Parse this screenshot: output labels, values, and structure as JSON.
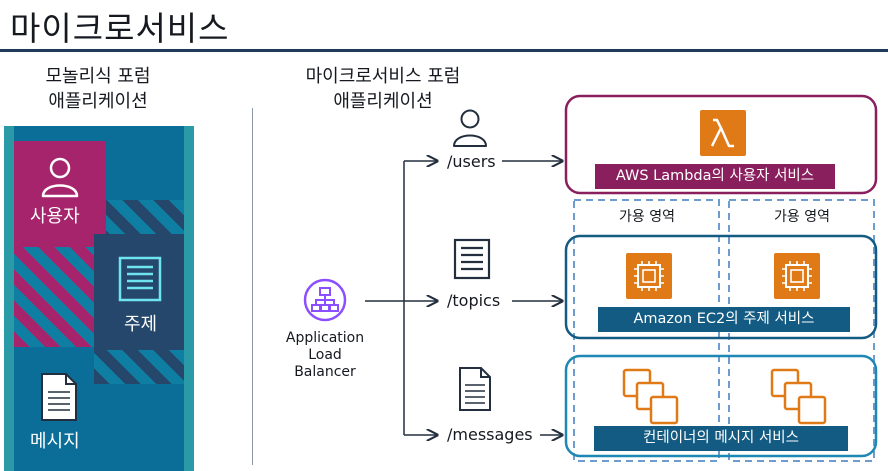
{
  "title": "마이크로서비스",
  "monolith": {
    "caption_line1": "모놀리식 포럼",
    "caption_line2": "애플리케이션",
    "users_label": "사용자",
    "topics_label": "주제",
    "messages_label": "메시지"
  },
  "microservices": {
    "caption_line1": "마이크로서비스 포럼",
    "caption_line2": "애플리케이션",
    "alb_line1": "Application",
    "alb_line2": "Load",
    "alb_line3": "Balancer",
    "paths": [
      "/users",
      "/topics",
      "/messages"
    ],
    "az_labels": [
      "가용 영역",
      "가용 영역"
    ],
    "lambda_service": "AWS Lambda의 사용자 서비스",
    "ec2_service": "Amazon EC2의 주제 서비스",
    "container_service": "컨테이너의 메시지 서비스"
  },
  "icons": [
    "user-icon",
    "list-icon",
    "document-icon",
    "load-balancer-icon",
    "lambda-icon",
    "ec2-chip-icon",
    "containers-icon",
    "arrow-icon"
  ],
  "colors": {
    "maroon": "#a5246c",
    "navy": "#24476b",
    "teal": "#0f7ea3",
    "orange": "#e07a16",
    "lambda_border": "#8a1f5e",
    "ec2_border": "#135b82",
    "container_border": "#1e88b5",
    "alb_purple": "#8c4fff"
  }
}
